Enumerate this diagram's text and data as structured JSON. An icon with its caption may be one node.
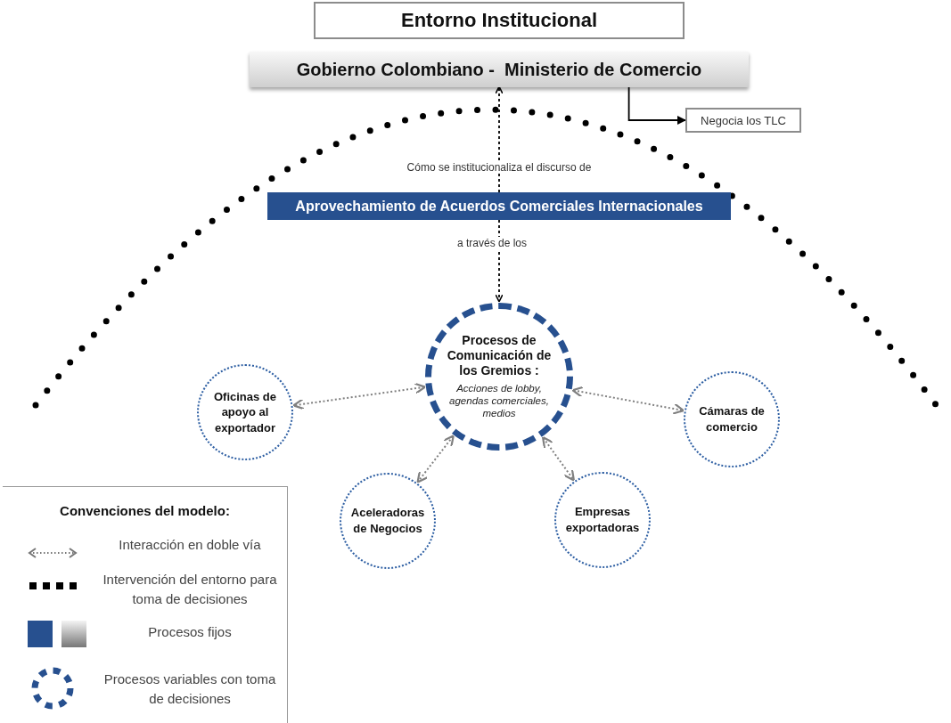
{
  "diagram": {
    "nodes": [
      {
        "text": [
          "Entorno Institucional"
        ]
      },
      {
        "text": [
          "Gobierno Colombiano -  Ministerio de Comercio"
        ]
      },
      {
        "text": [
          "Negocia los TLC"
        ]
      },
      {
        "text": [
          "Aprovechamiento de Acuerdos Comerciales Internacionales"
        ]
      },
      {
        "text": [
          "Procesos de Comunicación de los Gremios :",
          "Acciones de lobby, agendas comerciales, medios"
        ]
      },
      {
        "text": [
          "Oficinas de apoyo al exportador"
        ]
      },
      {
        "text": [
          "Aceleradoras de Negocios"
        ]
      },
      {
        "text": [
          "Empresas exportadoras"
        ]
      },
      {
        "text": [
          "Cámaras de comercio"
        ]
      }
    ],
    "edges": [
      {
        "from": 1,
        "to": 2,
        "arrow": "to",
        "color": "#000000"
      },
      {
        "from": 3,
        "to": 1,
        "arrow": "to",
        "style": "dashed",
        "color": "#000000"
      },
      {
        "from": 3,
        "to": 4,
        "arrow": "to",
        "style": "dashed",
        "color": "#000000"
      },
      {
        "from": 4,
        "to": 5,
        "arrow": "both",
        "style": "dashed"
      },
      {
        "from": 4,
        "to": 6,
        "arrow": "both",
        "style": "dashed"
      },
      {
        "from": 4,
        "to": 7,
        "arrow": "both",
        "style": "dashed"
      },
      {
        "from": 4,
        "to": 8,
        "arrow": "both",
        "style": "dashed"
      }
    ],
    "labels": [
      "Cómo se institucionaliza el discurso de",
      "a través de los",
      "Convenciones del modelo:"
    ],
    "legend": [
      {
        "text": "Interacción en doble vía"
      },
      {
        "text": "Intervención del entorno para toma de decisiones"
      },
      {
        "text": "Procesos fijos"
      },
      {
        "text": "Procesos variables con toma de decisiones"
      }
    ]
  }
}
